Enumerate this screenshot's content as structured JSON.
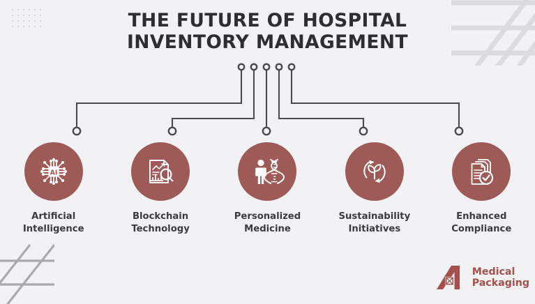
{
  "page": {
    "background_color": "#f2f2f4",
    "accent_color": "#9e5a57",
    "logo_color": "#a4504c",
    "title_color": "#2e2e31"
  },
  "title": {
    "line1": "THE FUTURE OF HOSPITAL",
    "line2": "INVENTORY MANAGEMENT"
  },
  "items": [
    {
      "label": "Artificial\nIntelligence",
      "icon": "ai-chip-icon"
    },
    {
      "label": "Blockchain\nTechnology",
      "icon": "chart-report-magnifier-icon"
    },
    {
      "label": "Personalized\nMedicine",
      "icon": "person-dna-icon"
    },
    {
      "label": "Sustainability\nInitiatives",
      "icon": "recycle-leaf-icon"
    },
    {
      "label": "Enhanced\nCompliance",
      "icon": "documents-check-icon"
    }
  ],
  "logo": {
    "mark": "medical-packaging-m-mark",
    "line1": "Medical",
    "line2": "Packaging"
  },
  "decorations": {
    "top_left": "dot-grid-pattern",
    "top_right": "diagonal-lattice-pattern",
    "bottom_left": "diagonal-lattice-pattern"
  },
  "connectors": {
    "top_dots": 5,
    "bottom_dots": 5,
    "line_color": "#4a4a4d"
  }
}
